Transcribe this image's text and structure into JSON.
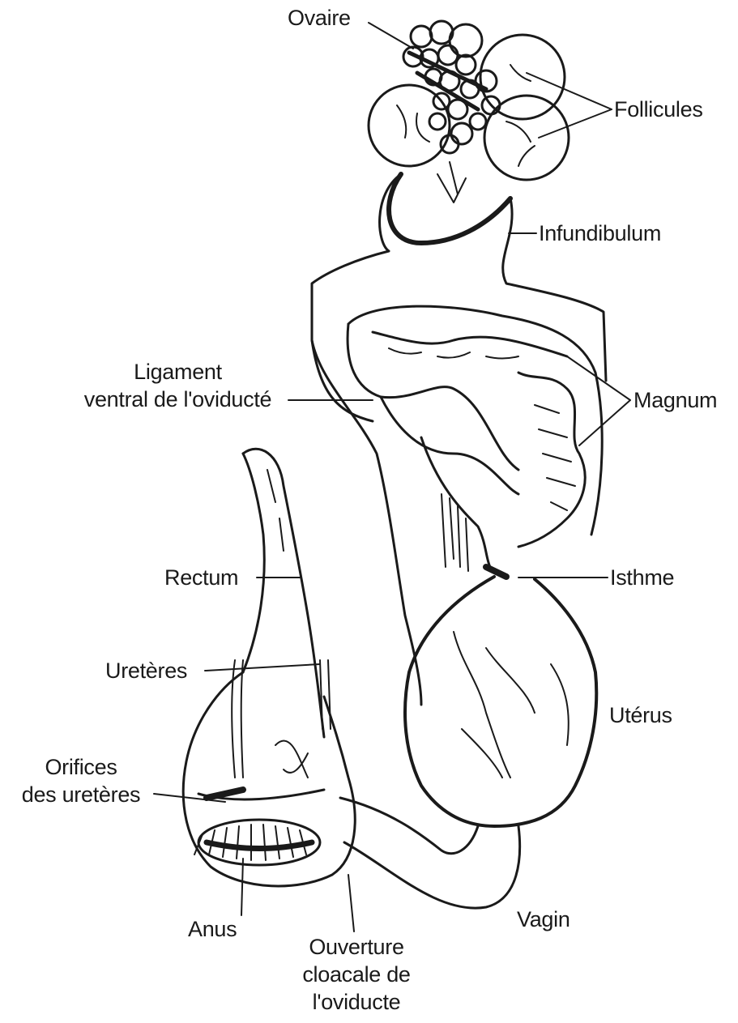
{
  "labels": {
    "ovaire": "Ovaire",
    "follicules": "Follicules",
    "infundibulum": "Infundibulum",
    "ligament_line1": "Ligament",
    "ligament_line2": "ventral de l'oviducté",
    "magnum": "Magnum",
    "rectum": "Rectum",
    "isthme": "Isthme",
    "ureteres": "Uretères",
    "uterus": "Utérus",
    "orifices_line1": "Orifices",
    "orifices_line2": "des uretères",
    "anus": "Anus",
    "vagin": "Vagin",
    "ouverture_line1": "Ouverture",
    "ouverture_line2": "cloacale de",
    "ouverture_line3": "l'oviducte"
  },
  "colors": {
    "ink": "#1a1a1a",
    "background": "#ffffff"
  }
}
